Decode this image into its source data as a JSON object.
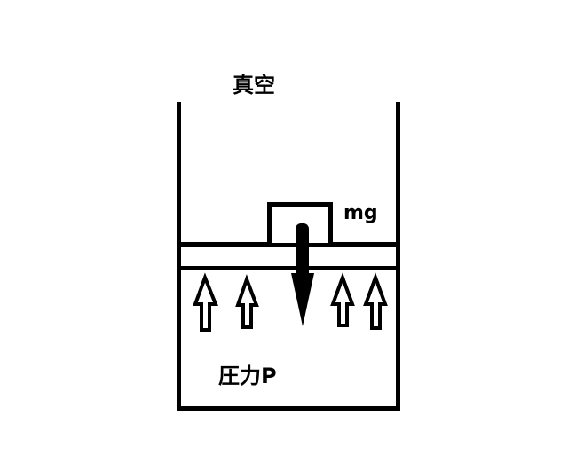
{
  "diagram": {
    "labels": {
      "vacuum": "真空",
      "weight": "mg",
      "pressure": "圧力P"
    },
    "colors": {
      "stroke": "#000000",
      "background": "#ffffff"
    },
    "elements": {
      "container": "open-top cylinder",
      "piston": "horizontal piston bar",
      "mass": "block on piston",
      "gravity_arrow": "downward force arrow",
      "pressure_arrows_count": 4
    }
  }
}
